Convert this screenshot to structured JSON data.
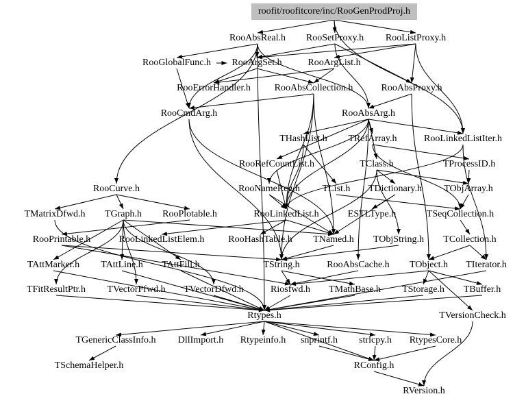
{
  "diagram": {
    "root": "roofit/roofitcore/inc/RooGenProdProj.h",
    "root_fill": "#bfbfbf",
    "nodes": {
      "root": "roofit/roofitcore/inc/RooGenProdProj.h",
      "RooAbsReal": "RooAbsReal.h",
      "RooSetProxy": "RooSetProxy.h",
      "RooListProxy": "RooListProxy.h",
      "RooGlobalFunc": "RooGlobalFunc.h",
      "RooArgSet": "RooArgSet.h",
      "RooArgList": "RooArgList.h",
      "RooErrorHandler": "RooErrorHandler.h",
      "RooAbsCollection": "RooAbsCollection.h",
      "RooAbsProxy": "RooAbsProxy.h",
      "RooCmdArg": "RooCmdArg.h",
      "RooAbsArg": "RooAbsArg.h",
      "THashList": "THashList.h",
      "TRefArray": "TRefArray.h",
      "RooLinkedListIter": "RooLinkedListIter.h",
      "RooRefCountList": "RooRefCountList.h",
      "TClass": "TClass.h",
      "TProcessID": "TProcessID.h",
      "RooCurve": "RooCurve.h",
      "RooNameReg": "RooNameReg.h",
      "TList": "TList.h",
      "TDictionary": "TDictionary.h",
      "TObjArray": "TObjArray.h",
      "TMatrixDfwd": "TMatrixDfwd.h",
      "TGraph": "TGraph.h",
      "RooPlotable": "RooPlotable.h",
      "RooLinkedList": "RooLinkedList.h",
      "ESTLType": "ESTLType.h",
      "TSeqCollection": "TSeqCollection.h",
      "RooPrintable": "RooPrintable.h",
      "RooLinkedListElem": "RooLinkedListElem.h",
      "RooHashTable": "RooHashTable.h",
      "TNamed": "TNamed.h",
      "TObjString": "TObjString.h",
      "TCollection": "TCollection.h",
      "TAttMarker": "TAttMarker.h",
      "TAttLine": "TAttLine.h",
      "TAttFill": "TAttFill.h",
      "TString": "TString.h",
      "RooAbsCache": "RooAbsCache.h",
      "TObject": "TObject.h",
      "TIterator": "TIterator.h",
      "TFitResultPtr": "TFitResultPtr.h",
      "TVectorFfwd": "TVectorFfwd.h",
      "TVectorDfwd": "TVectorDfwd.h",
      "Riosfwd": "Riosfwd.h",
      "TMathBase": "TMathBase.h",
      "TStorage": "TStorage.h",
      "TBuffer": "TBuffer.h",
      "TVersionCheck": "TVersionCheck.h",
      "Rtypes": "Rtypes.h",
      "TGenericClassInfo": "TGenericClassInfo.h",
      "DllImport": "DllImport.h",
      "Rtypeinfo": "Rtypeinfo.h",
      "snprintf": "snprintf.h",
      "strlcpy": "strlcpy.h",
      "RtypesCore": "RtypesCore.h",
      "TSchemaHelper": "TSchemaHelper.h",
      "RConfig": "RConfig.h",
      "RVersion": "RVersion.h"
    },
    "edges": [
      [
        "root",
        "RooAbsReal"
      ],
      [
        "root",
        "RooSetProxy"
      ],
      [
        "root",
        "RooListProxy"
      ],
      [
        "root",
        "RooLinkedListIter"
      ],
      [
        "RooAbsReal",
        "RooGlobalFunc"
      ],
      [
        "RooAbsReal",
        "RooArgSet"
      ],
      [
        "RooAbsReal",
        "RooAbsArg"
      ],
      [
        "RooAbsReal",
        "RooCurve"
      ],
      [
        "RooAbsReal",
        "RooCmdArg"
      ],
      [
        "RooAbsReal",
        "Rtypes"
      ],
      [
        "RooSetProxy",
        "RooArgSet"
      ],
      [
        "RooSetProxy",
        "RooAbsProxy"
      ],
      [
        "RooSetProxy",
        "RooAbsArg"
      ],
      [
        "RooListProxy",
        "RooArgList"
      ],
      [
        "RooListProxy",
        "RooAbsProxy"
      ],
      [
        "RooListProxy",
        "RooArgSet"
      ],
      [
        "RooListProxy",
        "RooLinkedListIter"
      ],
      [
        "RooGlobalFunc",
        "RooCmdArg"
      ],
      [
        "RooGlobalFunc",
        "RooArgSet"
      ],
      [
        "RooArgSet",
        "RooErrorHandler"
      ],
      [
        "RooArgSet",
        "RooAbsCollection"
      ],
      [
        "RooArgList",
        "RooAbsCollection"
      ],
      [
        "RooArgList",
        "RooErrorHandler"
      ],
      [
        "RooAbsCollection",
        "RooCmdArg"
      ],
      [
        "RooAbsCollection",
        "RooLinkedList"
      ],
      [
        "RooAbsCollection",
        "TNamed"
      ],
      [
        "RooAbsCollection",
        "TString"
      ],
      [
        "RooAbsProxy",
        "RooAbsArg"
      ],
      [
        "RooAbsProxy",
        "TObject"
      ],
      [
        "RooCmdArg",
        "TNamed"
      ],
      [
        "RooCmdArg",
        "TString"
      ],
      [
        "RooAbsArg",
        "THashList"
      ],
      [
        "RooAbsArg",
        "TRefArray"
      ],
      [
        "RooAbsArg",
        "RooLinkedListIter"
      ],
      [
        "RooAbsArg",
        "RooRefCountList"
      ],
      [
        "RooAbsArg",
        "RooNameReg"
      ],
      [
        "RooAbsArg",
        "RooLinkedList"
      ],
      [
        "RooAbsArg",
        "RooAbsCache"
      ],
      [
        "RooAbsArg",
        "TClass"
      ],
      [
        "THashList",
        "TList"
      ],
      [
        "THashList",
        "RooLinkedList"
      ],
      [
        "TRefArray",
        "TProcessID"
      ],
      [
        "TRefArray",
        "TSeqCollection"
      ],
      [
        "RooLinkedListIter",
        "TIterator"
      ],
      [
        "RooLinkedListIter",
        "RooLinkedList"
      ],
      [
        "RooRefCountList",
        "RooLinkedList"
      ],
      [
        "TClass",
        "TDictionary"
      ],
      [
        "TClass",
        "TObjArray"
      ],
      [
        "TClass",
        "TObjString"
      ],
      [
        "TClass",
        "TString"
      ],
      [
        "TProcessID",
        "TObjArray"
      ],
      [
        "RooCurve",
        "TMatrixDfwd"
      ],
      [
        "RooCurve",
        "TGraph"
      ],
      [
        "RooCurve",
        "RooPlotable"
      ],
      [
        "RooNameReg",
        "RooLinkedList"
      ],
      [
        "RooNameReg",
        "TNamed"
      ],
      [
        "TList",
        "TSeqCollection"
      ],
      [
        "TDictionary",
        "ESTLType"
      ],
      [
        "TDictionary",
        "TNamed"
      ],
      [
        "TObjArray",
        "TSeqCollection"
      ],
      [
        "TMatrixDfwd",
        "Rtypes"
      ],
      [
        "TGraph",
        "TNamed"
      ],
      [
        "TGraph",
        "TAttLine"
      ],
      [
        "TGraph",
        "TAttFill"
      ],
      [
        "TGraph",
        "TAttMarker"
      ],
      [
        "TGraph",
        "TVectorFfwd"
      ],
      [
        "TGraph",
        "TVectorDfwd"
      ],
      [
        "TGraph",
        "TFitResultPtr"
      ],
      [
        "RooPlotable",
        "RooPrintable"
      ],
      [
        "RooLinkedList",
        "RooLinkedListElem"
      ],
      [
        "RooLinkedList",
        "RooHashTable"
      ],
      [
        "RooLinkedList",
        "TNamed"
      ],
      [
        "TSeqCollection",
        "TCollection"
      ],
      [
        "TNamed",
        "TString"
      ],
      [
        "TObjString",
        "TString"
      ],
      [
        "TCollection",
        "TObject"
      ],
      [
        "TCollection",
        "TIterator"
      ],
      [
        "RooPrintable",
        "TString"
      ],
      [
        "RooPrintable",
        "Riosfwd"
      ],
      [
        "TAttMarker",
        "Rtypes"
      ],
      [
        "TAttLine",
        "Rtypes"
      ],
      [
        "TAttFill",
        "Rtypes"
      ],
      [
        "TString",
        "Riosfwd"
      ],
      [
        "TString",
        "TMathBase"
      ],
      [
        "RooAbsCache",
        "Riosfwd"
      ],
      [
        "TObject",
        "TStorage"
      ],
      [
        "TObject",
        "TBuffer"
      ],
      [
        "TObject",
        "Riosfwd"
      ],
      [
        "TObject",
        "TVersionCheck"
      ],
      [
        "TIterator",
        "Rtypes"
      ],
      [
        "TFitResultPtr",
        "Rtypes"
      ],
      [
        "TVectorFfwd",
        "Rtypes"
      ],
      [
        "TVectorDfwd",
        "Rtypes"
      ],
      [
        "Riosfwd",
        "Rtypes"
      ],
      [
        "TMathBase",
        "Rtypes"
      ],
      [
        "TStorage",
        "Rtypes"
      ],
      [
        "TBuffer",
        "Rtypes"
      ],
      [
        "TVersionCheck",
        "RVersion"
      ],
      [
        "Rtypes",
        "TGenericClassInfo"
      ],
      [
        "Rtypes",
        "DllImport"
      ],
      [
        "Rtypes",
        "Rtypeinfo"
      ],
      [
        "Rtypes",
        "snprintf"
      ],
      [
        "Rtypes",
        "strlcpy"
      ],
      [
        "Rtypes",
        "RtypesCore"
      ],
      [
        "Rtypes",
        "RConfig"
      ],
      [
        "TGenericClassInfo",
        "TSchemaHelper"
      ],
      [
        "snprintf",
        "RConfig"
      ],
      [
        "strlcpy",
        "RConfig"
      ],
      [
        "RtypesCore",
        "RConfig"
      ],
      [
        "RConfig",
        "RVersion"
      ]
    ]
  }
}
